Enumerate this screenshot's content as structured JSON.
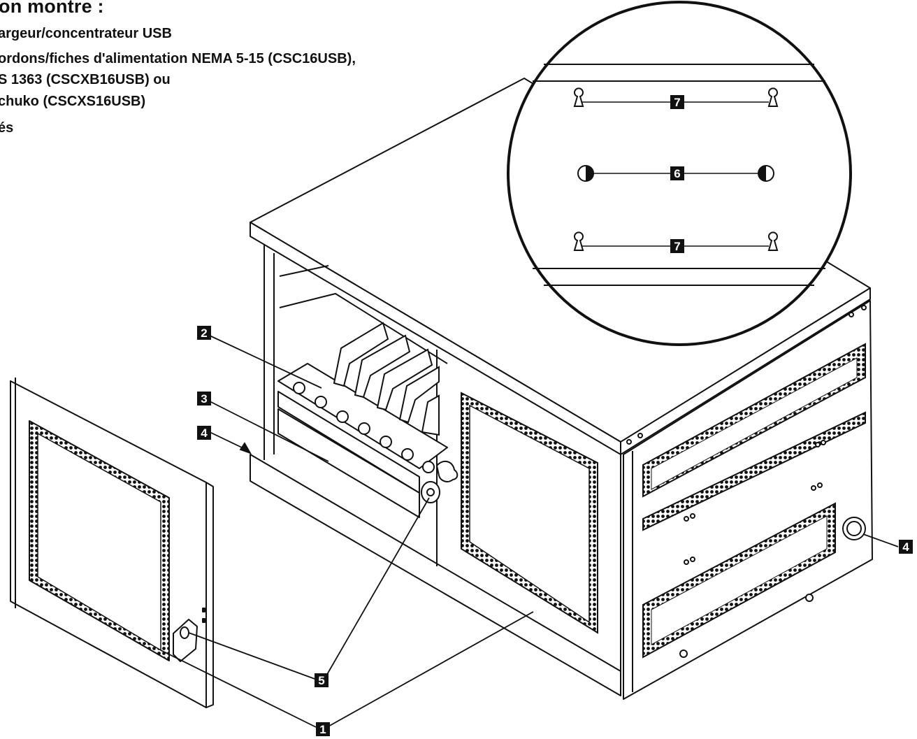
{
  "text": {
    "heading": "on montre :",
    "lines": [
      "argeur/concentrateur USB",
      "ordons/fiches d'alimentation NEMA 5-15 (CSC16USB),",
      "S 1363 (CSCXB16USB) ou",
      "chuko (CSCXS16USB)",
      "és"
    ]
  },
  "callouts": {
    "c1": "1",
    "c2": "2",
    "c3": "3",
    "c4a": "4",
    "c4b": "4",
    "c5": "5",
    "c6": "6",
    "c7a": "7",
    "c7b": "7"
  }
}
